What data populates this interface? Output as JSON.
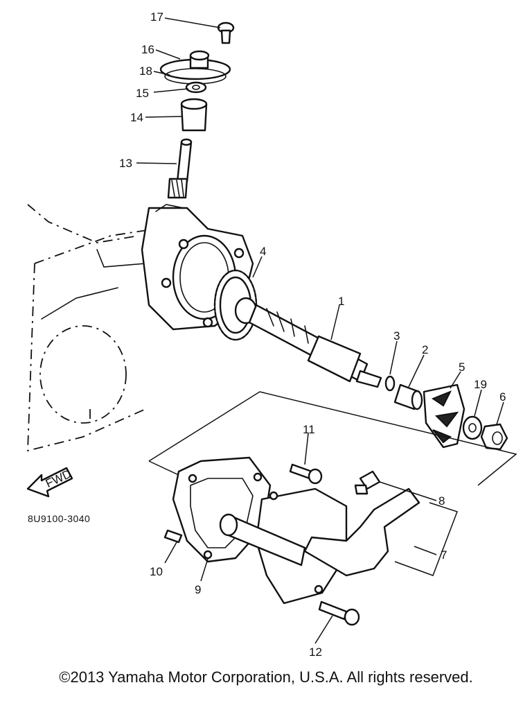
{
  "parts": [
    {
      "ref": "1"
    },
    {
      "ref": "2"
    },
    {
      "ref": "3"
    },
    {
      "ref": "4"
    },
    {
      "ref": "5"
    },
    {
      "ref": "6"
    },
    {
      "ref": "7"
    },
    {
      "ref": "8"
    },
    {
      "ref": "9"
    },
    {
      "ref": "10"
    },
    {
      "ref": "11"
    },
    {
      "ref": "12"
    },
    {
      "ref": "13"
    },
    {
      "ref": "14"
    },
    {
      "ref": "15"
    },
    {
      "ref": "16"
    },
    {
      "ref": "17"
    },
    {
      "ref": "18"
    },
    {
      "ref": "19"
    }
  ],
  "direction_arrow": {
    "label": "FWD"
  },
  "diagram_code": "8U9100-3040",
  "copyright": "©2013 Yamaha Motor Corporation, U.S.A. All rights reserved."
}
